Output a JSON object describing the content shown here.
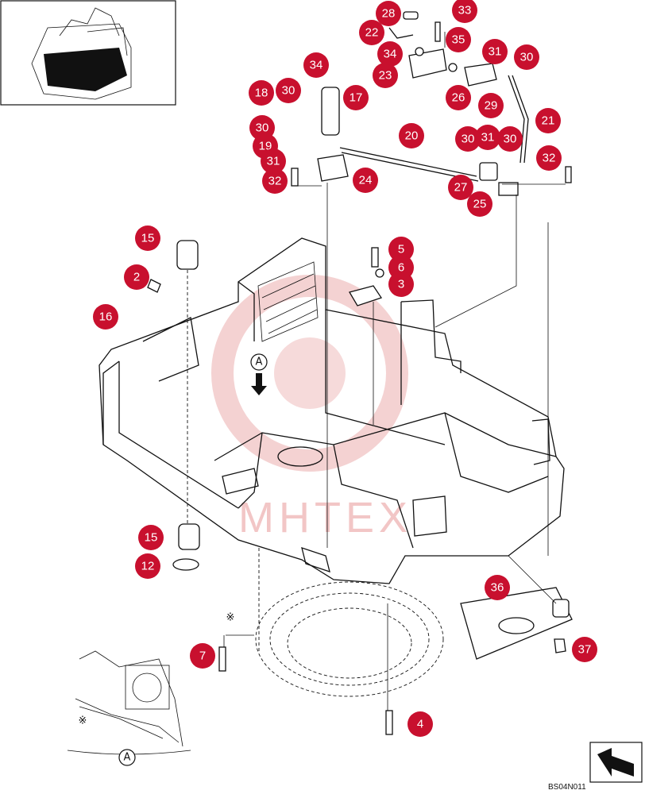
{
  "watermark_text": "MHTEX",
  "drawing_code": "BS04N011",
  "view_label": "A",
  "note_symbol": "※",
  "colors": {
    "callout": "#c8102e",
    "line": "#111111",
    "watermark": "#f2c6c6"
  },
  "icons": {
    "orientation": "orientation-arrow-icon",
    "machine": "machine-location-thumbnail"
  },
  "callouts": [
    {
      "label": "28"
    },
    {
      "label": "33"
    },
    {
      "label": "22"
    },
    {
      "label": "35"
    },
    {
      "label": "34"
    },
    {
      "label": "31"
    },
    {
      "label": "30"
    },
    {
      "label": "23"
    },
    {
      "label": "26"
    },
    {
      "label": "29"
    },
    {
      "label": "21"
    },
    {
      "label": "34"
    },
    {
      "label": "18"
    },
    {
      "label": "30"
    },
    {
      "label": "17"
    },
    {
      "label": "30"
    },
    {
      "label": "19"
    },
    {
      "label": "31"
    },
    {
      "label": "32"
    },
    {
      "label": "24"
    },
    {
      "label": "20"
    },
    {
      "label": "30"
    },
    {
      "label": "31"
    },
    {
      "label": "30"
    },
    {
      "label": "32"
    },
    {
      "label": "27"
    },
    {
      "label": "25"
    },
    {
      "label": "15"
    },
    {
      "label": "5"
    },
    {
      "label": "6"
    },
    {
      "label": "2"
    },
    {
      "label": "3"
    },
    {
      "label": "16"
    },
    {
      "label": "15"
    },
    {
      "label": "12"
    },
    {
      "label": "36"
    },
    {
      "label": "7"
    },
    {
      "label": "37"
    },
    {
      "label": "4"
    }
  ]
}
